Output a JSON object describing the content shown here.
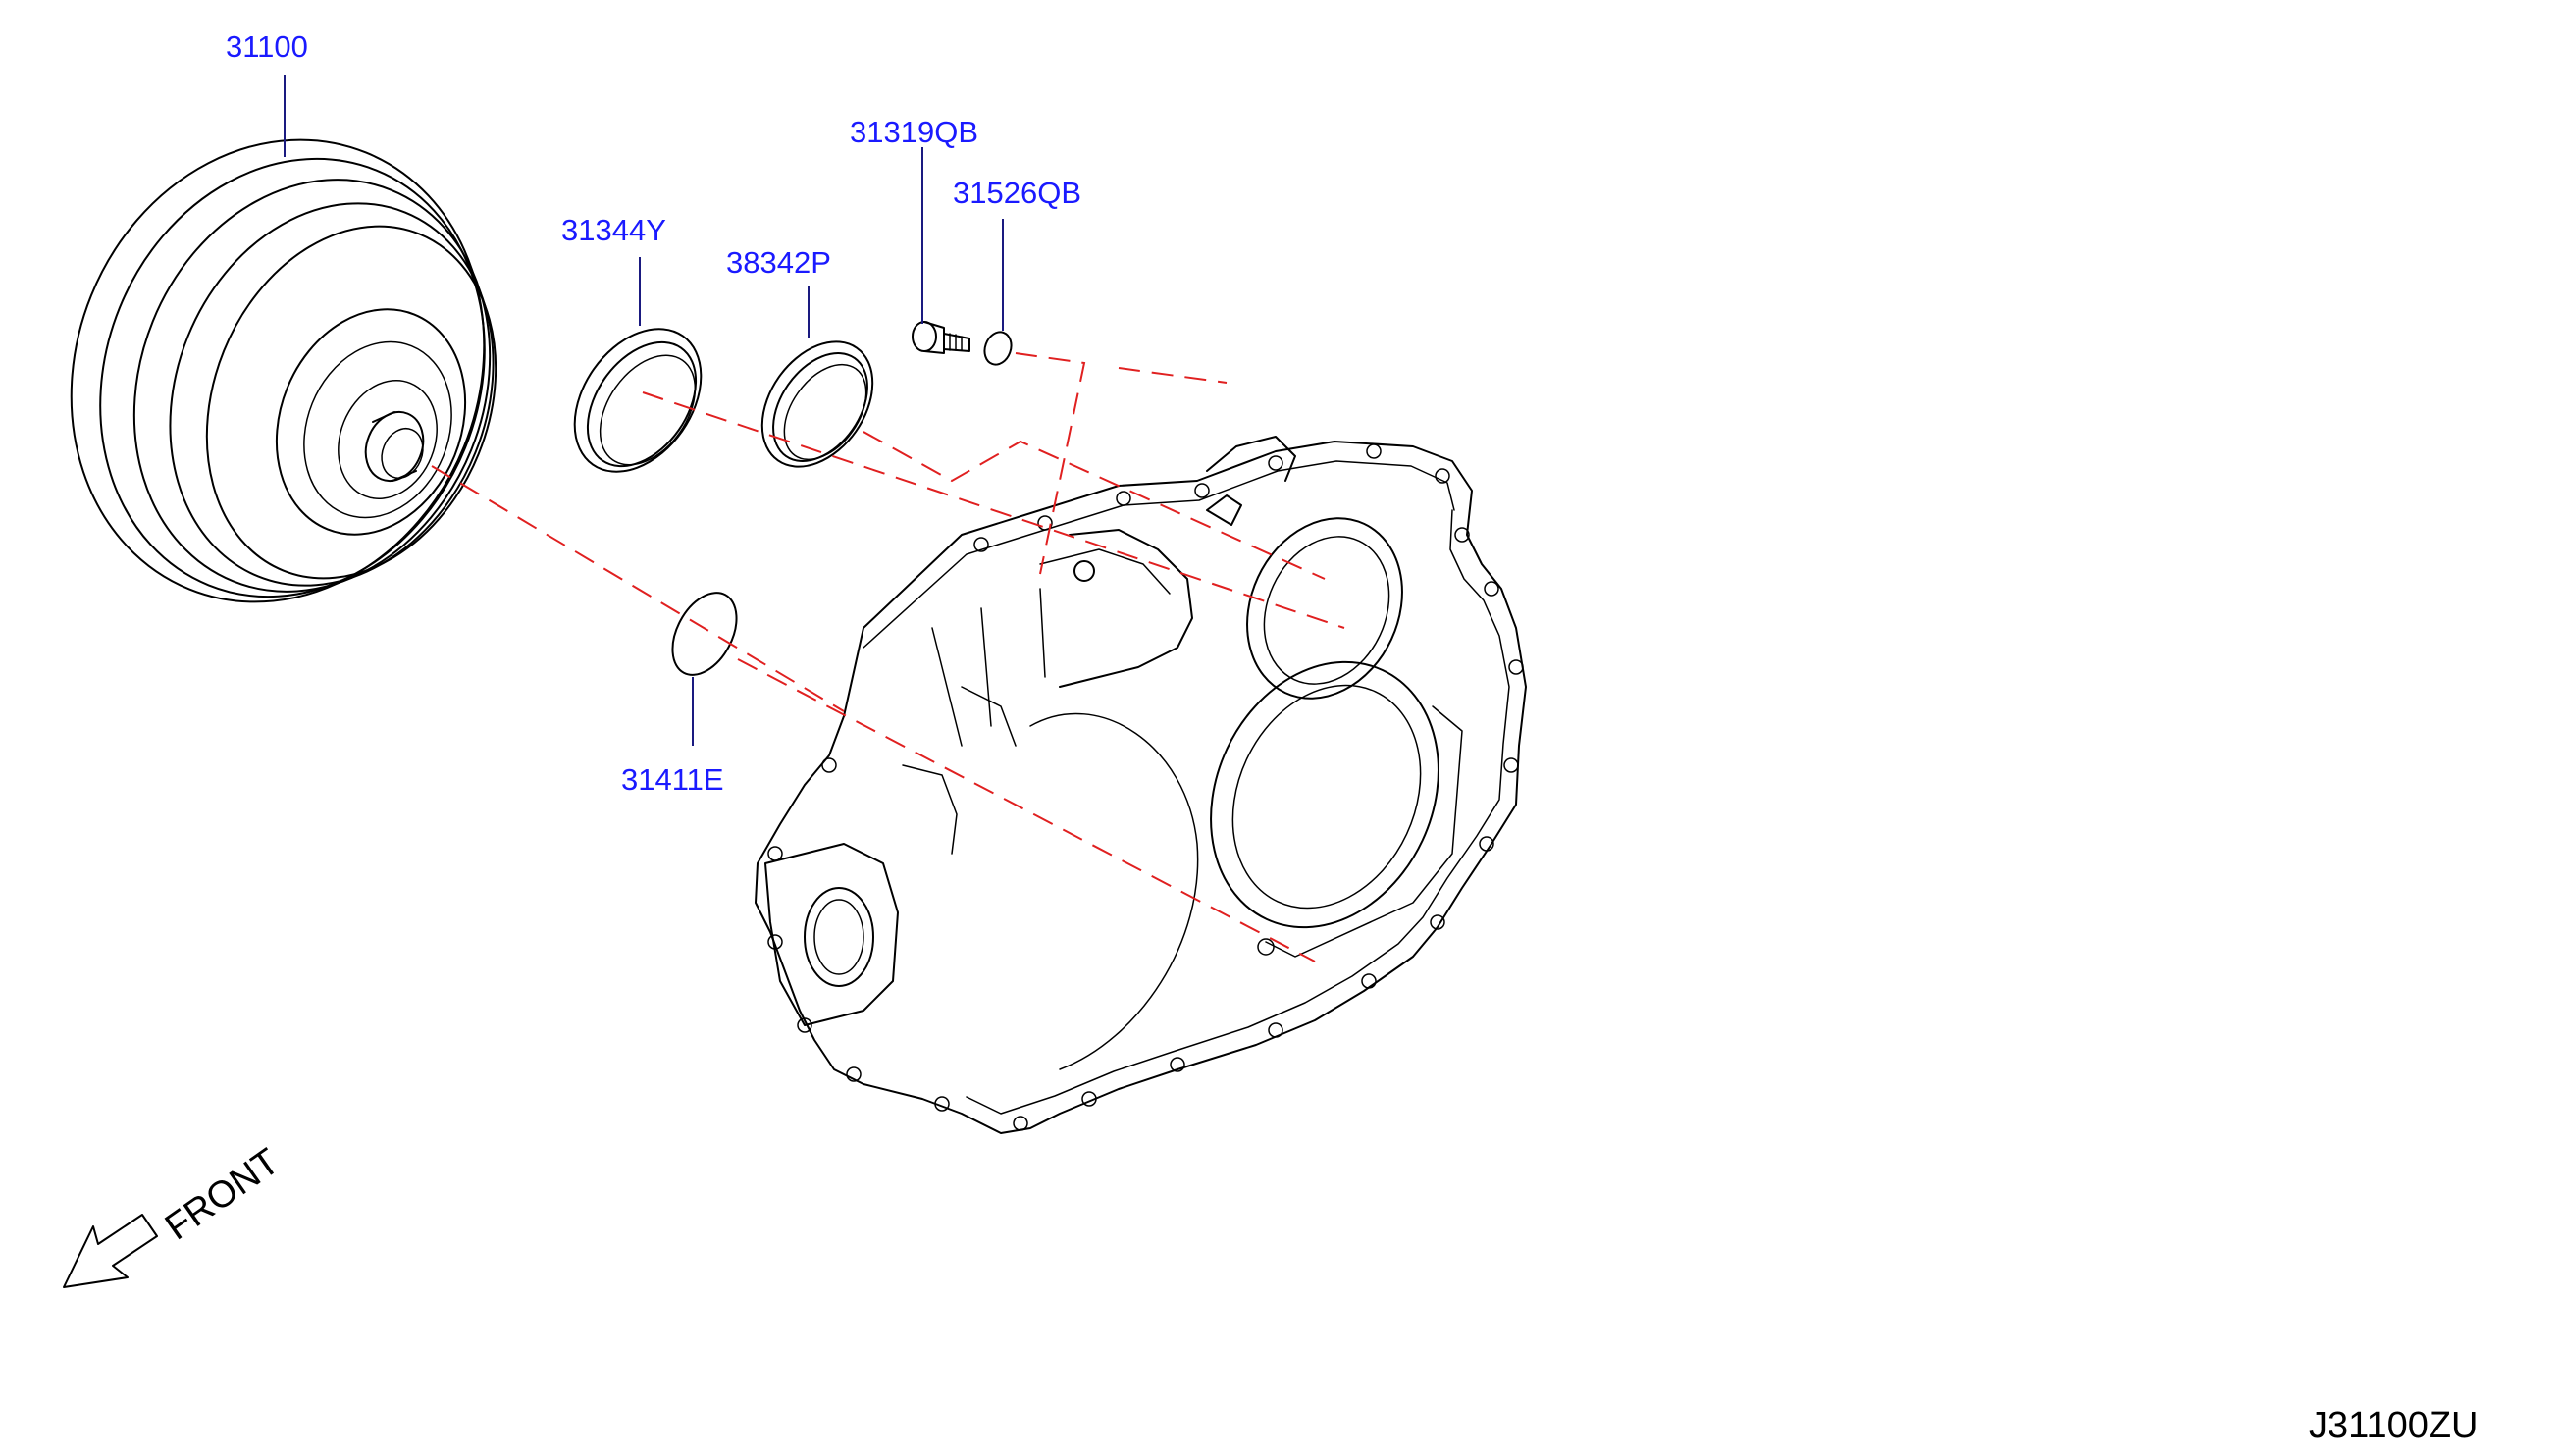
{
  "parts": [
    {
      "part_number": "31100"
    },
    {
      "part_number": "31319QB"
    },
    {
      "part_number": "31526QB"
    },
    {
      "part_number": "31344Y"
    },
    {
      "part_number": "38342P"
    },
    {
      "part_number": "31411E"
    }
  ],
  "front_label": "FRONT",
  "diagram_id": "J31100ZU",
  "colors": {
    "label": "#1a1aff",
    "leader": "#1a1a80",
    "alignment_dash": "#e02020",
    "linework": "#000000"
  },
  "icons": {
    "front_arrow": "front-arrow-icon"
  }
}
